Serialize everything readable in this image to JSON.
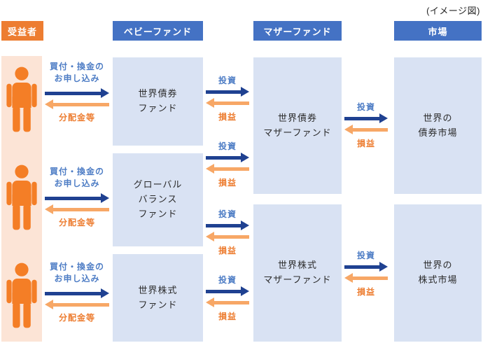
{
  "note": "(イメージ図)",
  "headers": {
    "beneficiary": "受益者",
    "baby_fund": "ベビーファンド",
    "mother_fund": "マザーファンド",
    "market": "市場"
  },
  "flow_labels": {
    "apply_line1": "買付・換金の",
    "apply_line2": "お申し込み",
    "distribution": "分配金等",
    "investment": "投資",
    "profit_loss": "損益"
  },
  "boxes": {
    "baby1": {
      "lines": [
        "世界債券",
        "ファンド"
      ]
    },
    "baby2": {
      "lines": [
        "グローバル",
        "バランス",
        "ファンド"
      ]
    },
    "baby3": {
      "lines": [
        "世界株式",
        "ファンド"
      ]
    },
    "mother1": {
      "lines": [
        "世界債券",
        "マザーファンド"
      ]
    },
    "mother2": {
      "lines": [
        "世界株式",
        "マザーファンド"
      ]
    },
    "market1": {
      "lines": [
        "世界の",
        "債券市場"
      ]
    },
    "market2": {
      "lines": [
        "世界の",
        "株式市場"
      ]
    }
  },
  "icons": {
    "person": "person-icon",
    "arrow_right": "arrow-right-icon",
    "arrow_left": "arrow-left-icon"
  },
  "colors": {
    "header_blue": "#4472C4",
    "header_orange": "#ED7D31",
    "box_fill": "#D9E2F3",
    "beneficiary_fill": "#FCE4D6",
    "person_orange": "#F47E26",
    "arrow_blue": "#1F4191",
    "arrow_orange": "#F7A766",
    "label_blue": "#4E7DC5",
    "label_orange": "#ED7D31"
  }
}
